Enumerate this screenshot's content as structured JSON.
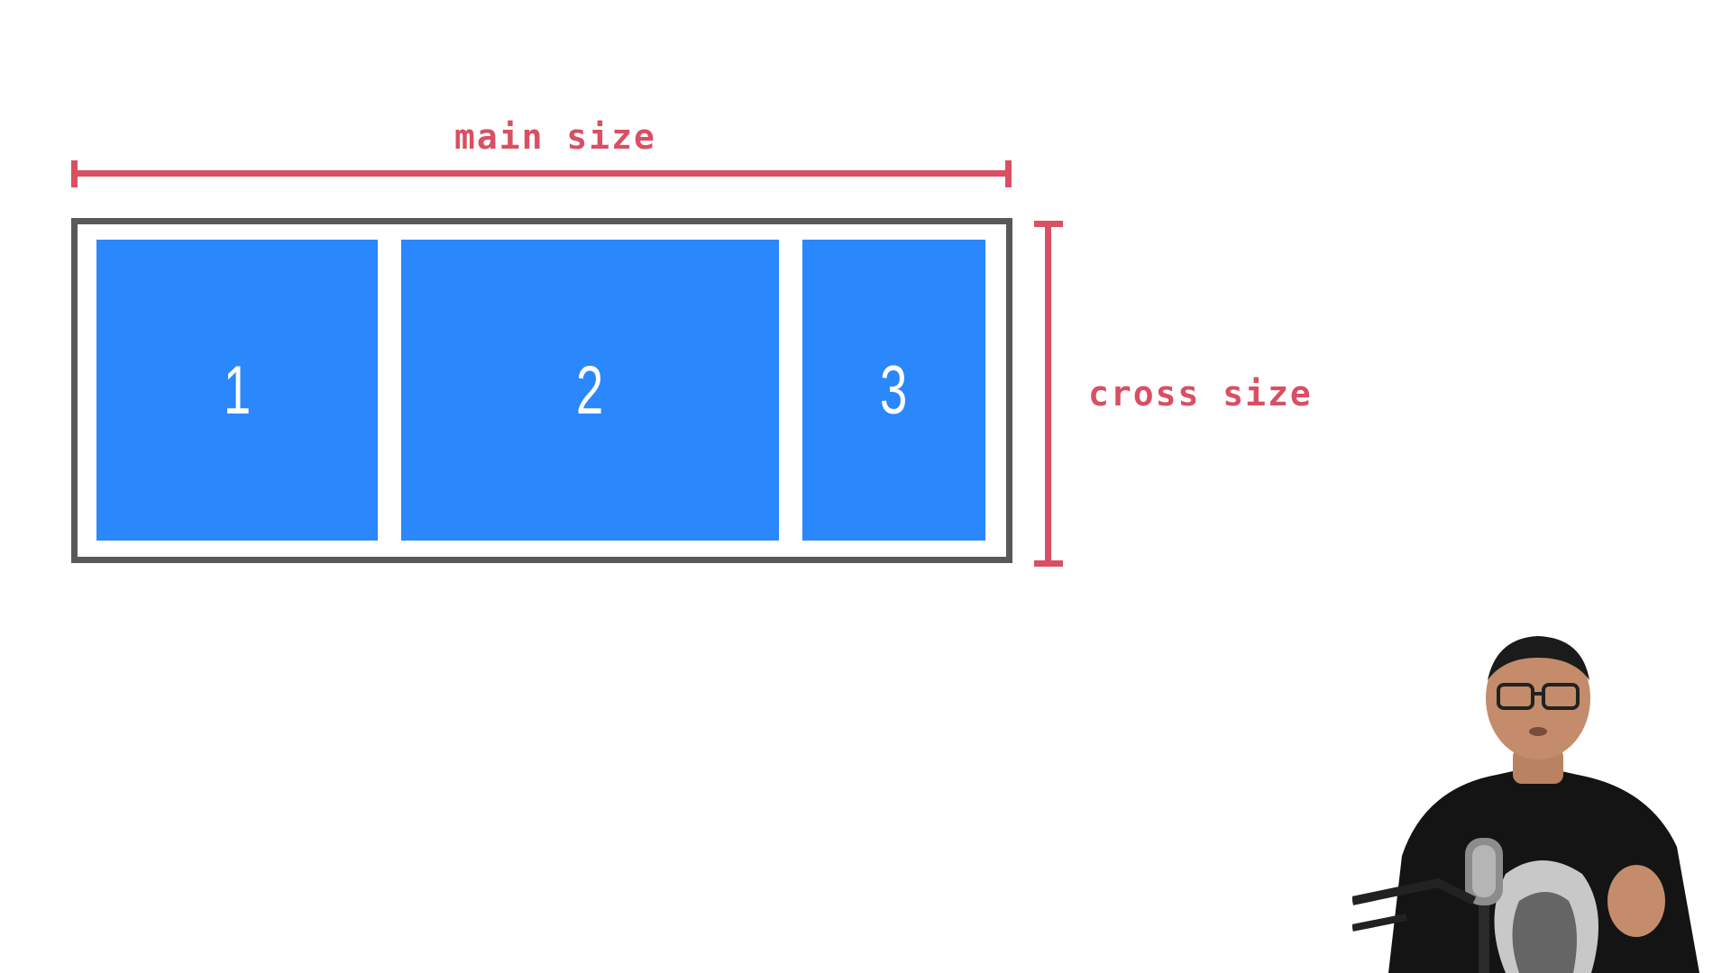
{
  "labels": {
    "main_size": "main size",
    "cross_size": "cross size"
  },
  "items": [
    {
      "label": "1"
    },
    {
      "label": "2"
    },
    {
      "label": "3"
    }
  ],
  "colors": {
    "accent": "#d94f63",
    "item_fill": "#2b87fc",
    "container_border": "#595959",
    "background": "#ffffff"
  },
  "presenter": {
    "icon": "presenter-video-icon"
  }
}
